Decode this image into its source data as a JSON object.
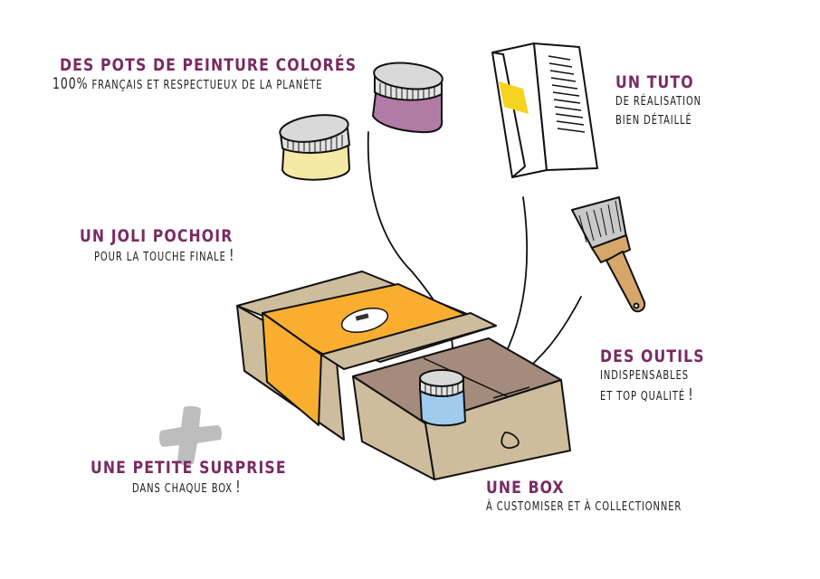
{
  "page": {
    "kind": "illustrated infographic",
    "colors": {
      "title_text": "#7a2a63",
      "body_text": "#1d1d1d",
      "cardboard": "#cdbd9c",
      "box_interior": "#a48b7c",
      "orange_band": "#f9ae30",
      "pot_yellow": "#f4eaa6",
      "pot_purple": "#b07ca6",
      "pot_blue": "#9ecbee",
      "lid_grey": "#d9d9d9",
      "highlight_yellow": "#f6d31f",
      "brush_handle": "#d6a66b",
      "plus_grey": "#bdbdbd"
    }
  },
  "labels": {
    "paint_pots": {
      "title": "Des pots de peinture colorés",
      "sub_prefix": "100%",
      "sub": "français et respectueux de la planète"
    },
    "tutorial": {
      "title": "Un tuto",
      "sub_line1": "de réalisation",
      "sub_line2": "bien détaillé"
    },
    "stencil": {
      "title": "Un joli pochoir",
      "sub": "pour la touche finale",
      "exclamation": "!"
    },
    "tools": {
      "title": "Des outils",
      "sub_line1": "indispensables",
      "sub_line2": "et top qualité",
      "exclamation": "!"
    },
    "surprise": {
      "plus_symbol": "+",
      "title": "Une petite surprise",
      "sub": "dans chaque box",
      "exclamation": "!"
    },
    "box": {
      "title": "Une box",
      "sub": "à customiser et à collectionner"
    }
  },
  "illustrations": {
    "icons": [
      "paint-pot-yellow",
      "paint-pot-purple",
      "paint-pot-blue",
      "tutorial-leaflet",
      "paintbrush",
      "cardboard-box-drawer",
      "plus-sign",
      "label-sticker"
    ]
  }
}
